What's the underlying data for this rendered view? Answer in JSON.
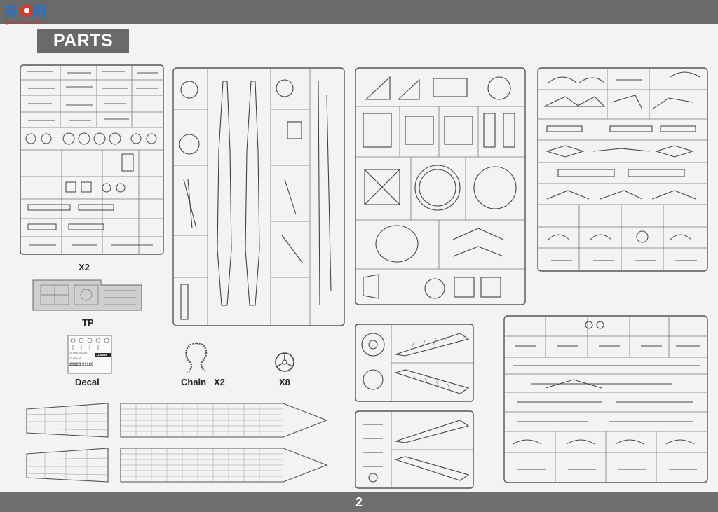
{
  "header": {
    "watermark_logo_text": "高手网",
    "watermark_url": "gao-shou.com"
  },
  "section": {
    "title": "PARTS"
  },
  "labels": {
    "sprue_a_qty": "X2",
    "photo_etch": "TP",
    "decal": "Decal",
    "chain": "Chain",
    "chain_qty": "X2",
    "wheel_qty": "X8"
  },
  "decal_sheet": {
    "line1": "15 МЛК ДІВІЗІЯ",
    "line2": "15 МЛК 11",
    "serial": "11/8059",
    "numbers": "21128 21120"
  },
  "footer": {
    "page_number": "2"
  },
  "colors": {
    "bar": "#6a6a6a",
    "paper": "#f3f3f2",
    "line": "#555555"
  }
}
